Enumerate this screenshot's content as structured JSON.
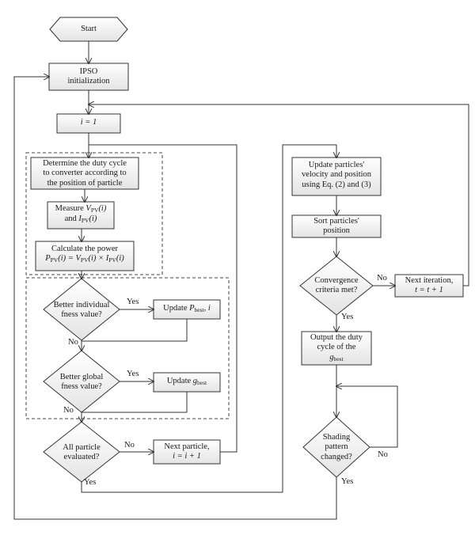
{
  "flowchart": {
    "start": "Start",
    "init": [
      "IPSO",
      "initialization"
    ],
    "set_i": "i = 1",
    "duty": [
      "Determine the duty cycle",
      "to converter according to",
      "the position of particle"
    ],
    "measure": {
      "line1": "Measure ",
      "v": "V",
      "v_sub": "PV",
      "v_arg": "(i)",
      "line2": "and ",
      "i": "I",
      "i_sub": "PV",
      "i_arg": "(i)"
    },
    "power": {
      "line1": "Calculate the power",
      "p": "P",
      "sub": "PV",
      "eq": "(i) = V",
      "eq2": "(i) × I",
      "eq3": "(i)"
    },
    "better_ind": [
      "Better individual",
      "fness value?"
    ],
    "update_pbest": {
      "text": "Update ",
      "p": "P",
      "sub": "best",
      "suffix": ", i"
    },
    "better_glob": [
      "Better global",
      "fness value?"
    ],
    "update_gbest": {
      "text": "Update ",
      "g": "g",
      "sub": "best"
    },
    "all_eval": [
      "All particle",
      "evaluated?"
    ],
    "next_particle": [
      "Next particle,",
      "i = i + 1"
    ],
    "update_vel": [
      "Update particles'",
      "velocity and position",
      "using Eq. (2) and (3)"
    ],
    "sort": [
      "Sort particles'",
      "position"
    ],
    "converge": [
      "Convergence",
      "criteria met?"
    ],
    "next_iter": [
      "Next iteration,",
      "t = t + 1"
    ],
    "output": {
      "line1": "Output the duty",
      "line2": "cycle of the",
      "g": "g",
      "sub": "best"
    },
    "shading": [
      "Shading",
      "pattern",
      "changed?"
    ]
  },
  "edges": {
    "yes": "Yes",
    "no": "No"
  }
}
